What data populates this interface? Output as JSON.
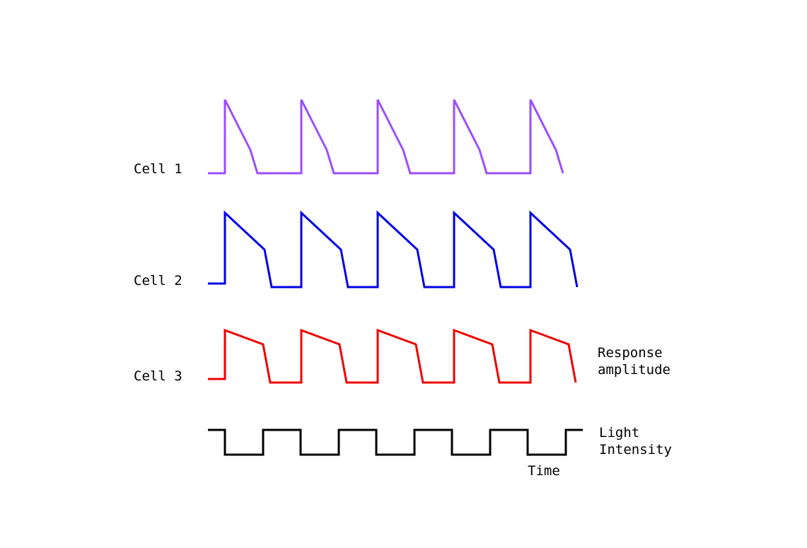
{
  "traces": [
    {
      "id": "cell1",
      "label": "Cell 1",
      "color": "#9b4dff"
    },
    {
      "id": "cell2",
      "label": "Cell 2",
      "color": "#0000e6"
    },
    {
      "id": "cell3",
      "label": "Cell 3",
      "color": "#ee0000"
    },
    {
      "id": "light",
      "color": "#000000"
    }
  ],
  "annotations": {
    "response_line1": "Response",
    "response_line2": "amplitude",
    "light_line1": "Light",
    "light_line2": "Intensity",
    "time_label": "Time"
  }
}
